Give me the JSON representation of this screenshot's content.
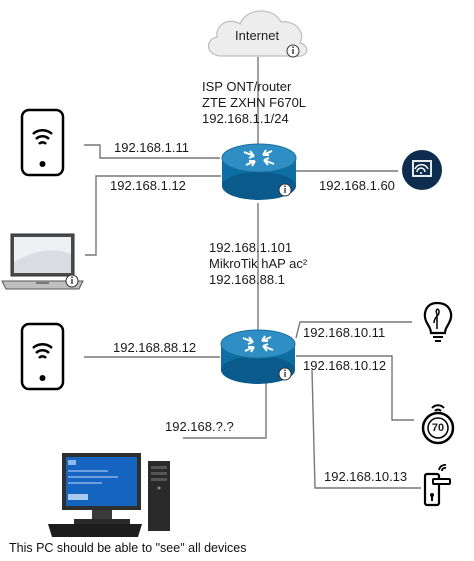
{
  "internet": {
    "label": "Internet"
  },
  "isp_router": {
    "line1": "ISP ONT/router",
    "line2": "ZTE ZXHN F670L",
    "line3": "192.168.1.1/24"
  },
  "mikrotik": {
    "line1": "192.168.1.101",
    "line2": "MikroTik hAP ac²",
    "line3": "192.168.88.1"
  },
  "links": {
    "phone1_ip": "192.168.1.11",
    "laptop_ip": "192.168.1.12",
    "tv_ip": "192.168.1.60",
    "phone2_ip": "192.168.88.12",
    "bulb_ip": "192.168.10.11",
    "thermostat_ip": "192.168.10.12",
    "lock_ip": "192.168.10.13",
    "pc_ip": "192.168.?.?"
  },
  "thermostat": {
    "display": "70"
  },
  "caption": "This PC should be able to \"see\" all devices",
  "colors": {
    "device_blue": "#0a5a8c",
    "router_body": "#0c6ea3",
    "router_top": "#2f8fc4",
    "line_gray": "#777777"
  }
}
